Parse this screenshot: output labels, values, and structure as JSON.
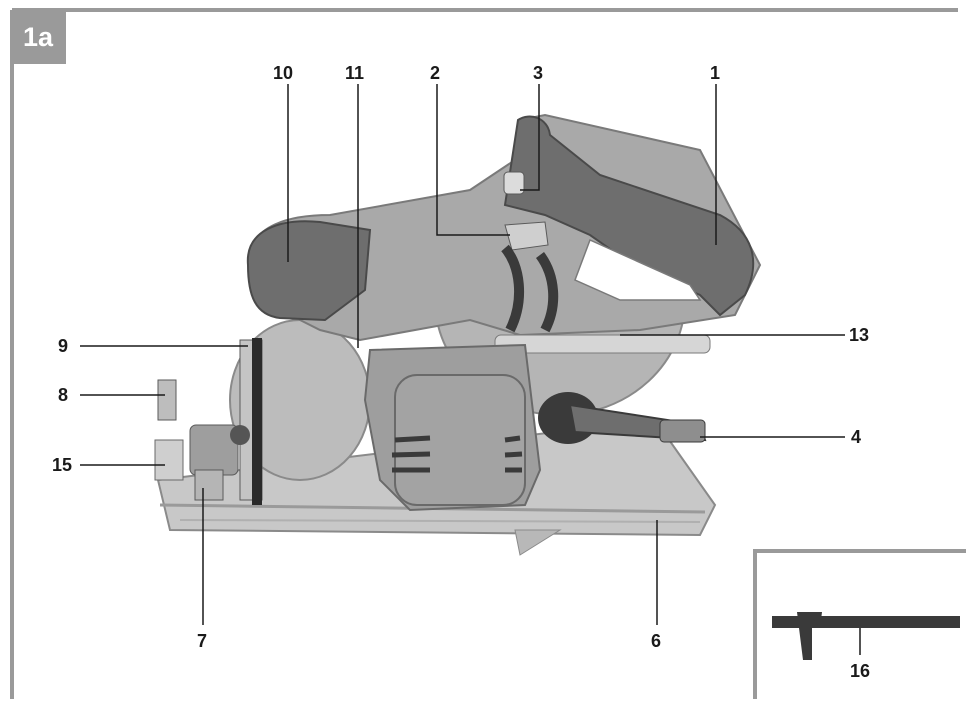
{
  "figure_label": "1a",
  "inset_label": "16",
  "callouts": [
    {
      "id": "10",
      "text": "10"
    },
    {
      "id": "11",
      "text": "11"
    },
    {
      "id": "2",
      "text": "2"
    },
    {
      "id": "3",
      "text": "3"
    },
    {
      "id": "1",
      "text": "1"
    },
    {
      "id": "13",
      "text": "13"
    },
    {
      "id": "9",
      "text": "9"
    },
    {
      "id": "8",
      "text": "8"
    },
    {
      "id": "4",
      "text": "4"
    },
    {
      "id": "15",
      "text": "15"
    },
    {
      "id": "7",
      "text": "7"
    },
    {
      "id": "6",
      "text": "6"
    }
  ],
  "colors": {
    "frame": "#9a9a9a",
    "body": "#a9a9a9",
    "grip": "#6e6e6e",
    "dark": "#3a3a3a",
    "plate": "#c8c8c8"
  }
}
